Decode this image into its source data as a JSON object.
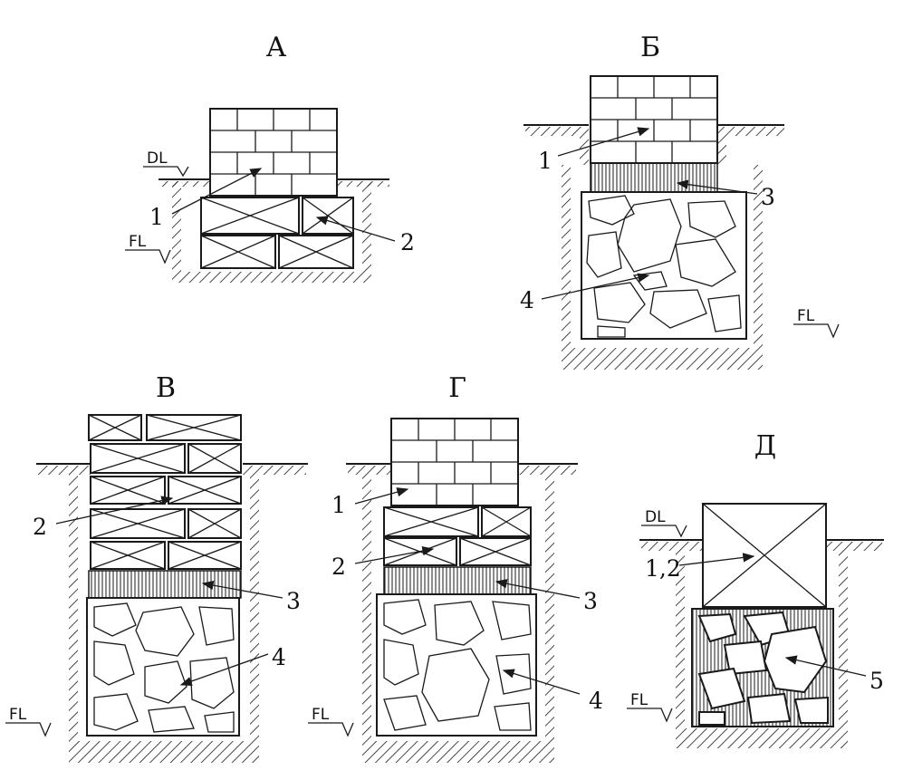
{
  "figures": [
    {
      "id": "A",
      "title": "А",
      "levels": [
        "DL",
        "FL"
      ],
      "callouts": [
        "1",
        "2"
      ]
    },
    {
      "id": "B",
      "title": "Б",
      "levels": [
        "FL"
      ],
      "callouts": [
        "1",
        "3",
        "4"
      ]
    },
    {
      "id": "V",
      "title": "В",
      "levels": [
        "FL"
      ],
      "callouts": [
        "2",
        "3",
        "4"
      ]
    },
    {
      "id": "G",
      "title": "Г",
      "levels": [
        "FL"
      ],
      "callouts": [
        "1",
        "2",
        "3",
        "4"
      ]
    },
    {
      "id": "D",
      "title": "Д",
      "levels": [
        "DL",
        "FL"
      ],
      "callouts": [
        "1,2",
        "5"
      ]
    }
  ]
}
